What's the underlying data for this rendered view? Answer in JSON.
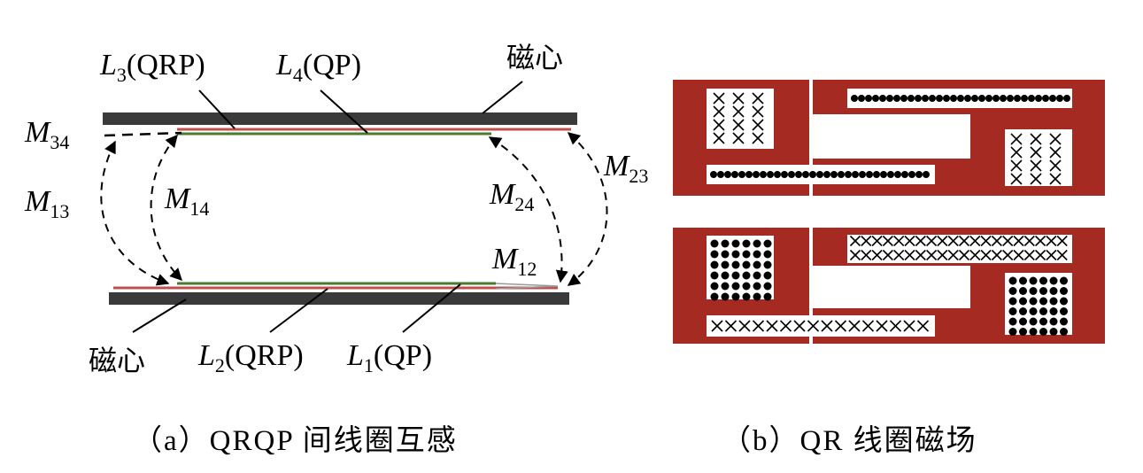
{
  "panel_a": {
    "core_top_label": "磁心",
    "core_bottom_label": "磁心",
    "coils": {
      "L3": {
        "main": "L",
        "sub": "3",
        "tail": "(QRP)"
      },
      "L4": {
        "main": "L",
        "sub": "4",
        "tail": "(QP)"
      },
      "L2": {
        "main": "L",
        "sub": "2",
        "tail": "(QRP)"
      },
      "L1": {
        "main": "L",
        "sub": "1",
        "tail": "(QP)"
      }
    },
    "mutuals": {
      "M34": {
        "main": "M",
        "sub": "34"
      },
      "M13": {
        "main": "M",
        "sub": "13"
      },
      "M14": {
        "main": "M",
        "sub": "14"
      },
      "M24": {
        "main": "M",
        "sub": "24"
      },
      "M23": {
        "main": "M",
        "sub": "23"
      },
      "M12": {
        "main": "M",
        "sub": "12"
      }
    },
    "caption": "（a）QRQP 间线圈互感"
  },
  "panel_b": {
    "caption": "（b）QR 线圈磁场",
    "dot_symbol": "●",
    "cross_symbol": "×"
  },
  "colors": {
    "core": "#3a3a3a",
    "qrp_coil": "#c0504d",
    "qp_coil": "#4a7a2e",
    "panel_red": "#a52a22",
    "panel_white": "#ffffff"
  }
}
